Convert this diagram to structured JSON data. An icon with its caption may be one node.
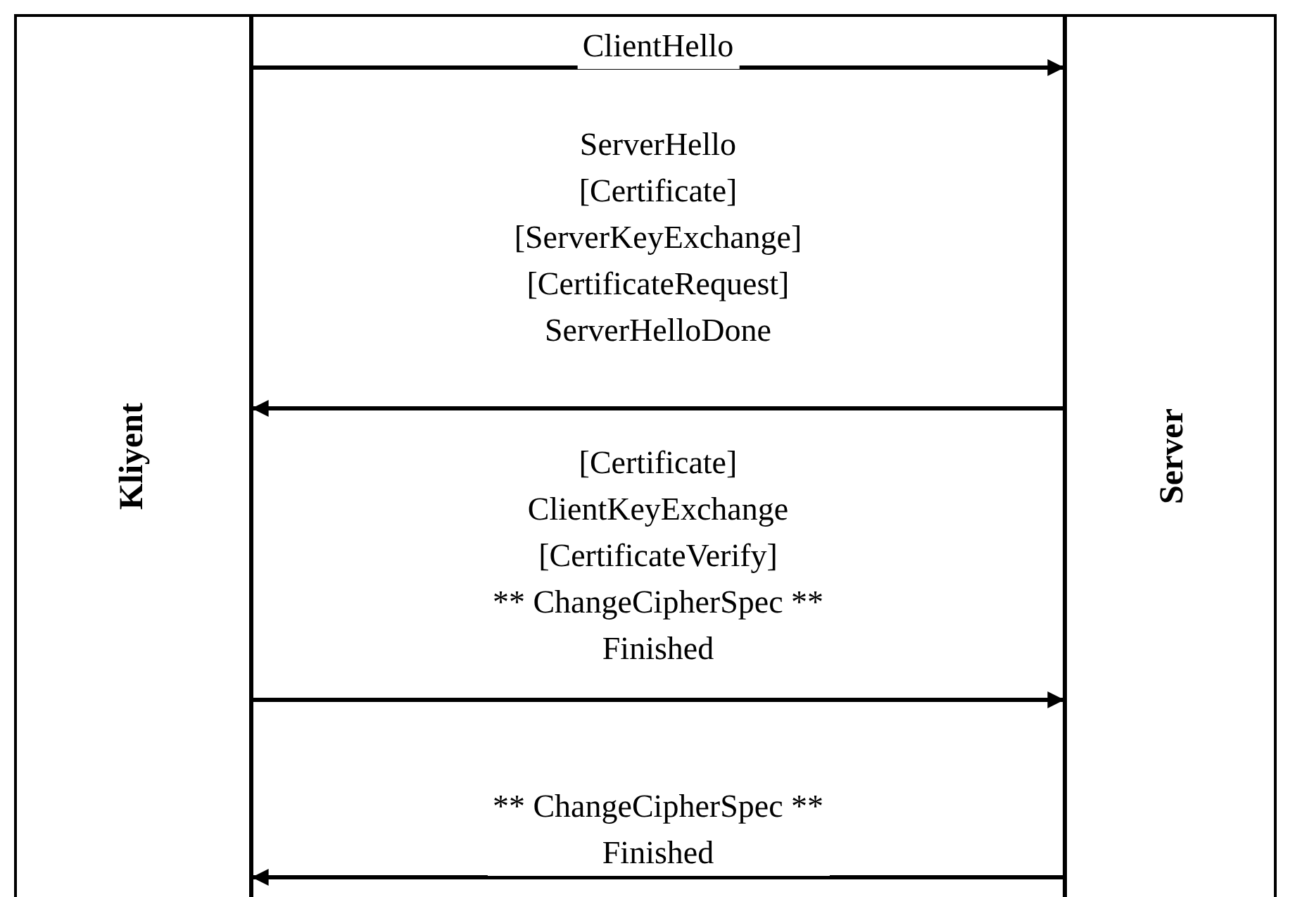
{
  "diagram": {
    "nodes": [
      {
        "text": [
          "Kliyent"
        ]
      },
      {
        "text": [
          "Server"
        ]
      }
    ],
    "edges": [
      {
        "from": 0,
        "to": 1,
        "arrow": "to",
        "label": "ClientHello"
      },
      {
        "from": 1,
        "to": 0,
        "arrow": "to",
        "label": "ServerHello [Certificate] [ServerKeyExchange] [CertificateRequest] ServerHelloDone"
      },
      {
        "from": 0,
        "to": 1,
        "arrow": "to",
        "label": "[Certificate] ClientKeyExchange [CertificateVerify] ** ChangeCipherSpec ** Finished"
      },
      {
        "from": 1,
        "to": 0,
        "arrow": "to",
        "label": "** ChangeCipherSpec ** Finished"
      }
    ]
  }
}
